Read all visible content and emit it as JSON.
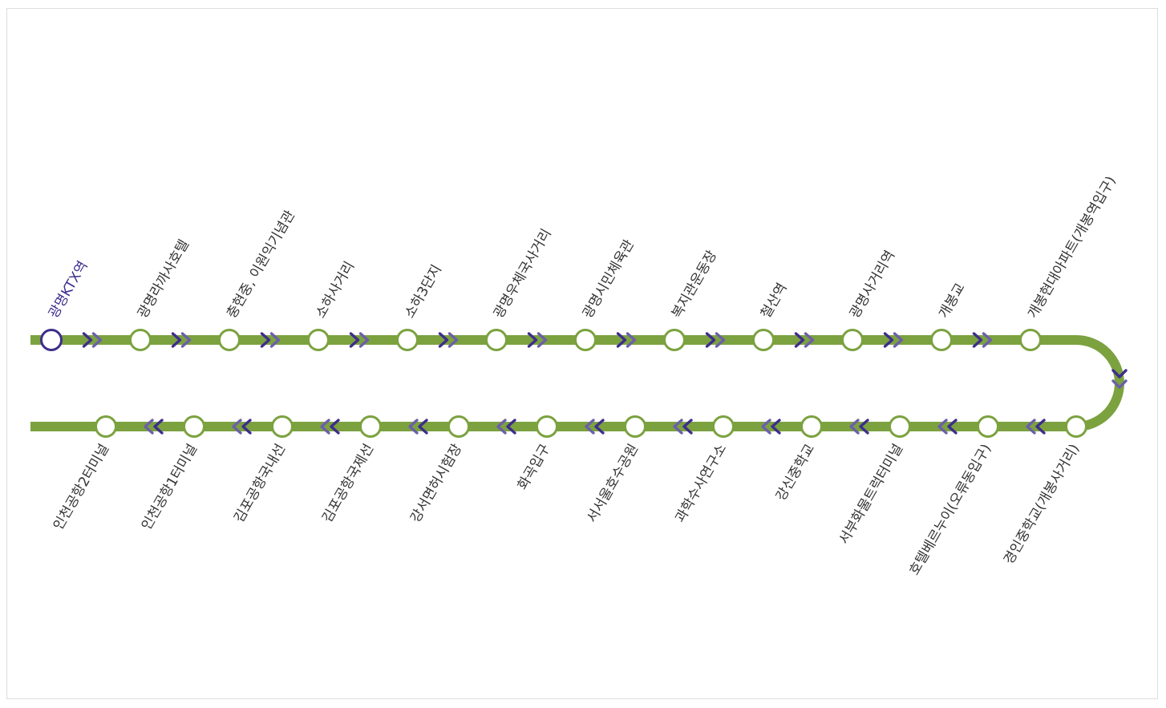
{
  "colors": {
    "line": "#7ba23f",
    "active": "#3f2d8c",
    "arrow_dark": "#3f2d8c",
    "arrow_light": "#6c5fa8",
    "label": "#333333"
  },
  "current_station": "광명KTX역",
  "stations_outbound": [
    "광명KTX역",
    "광명라까사호텔",
    "충현중, 이원익기념관",
    "소하사거리",
    "소하3단지",
    "광명우체국사거리",
    "광명시민체육관",
    "복지관운동장",
    "철산역",
    "광명사거리역",
    "개봉교",
    "개봉현대아파트(개봉역입구)"
  ],
  "stations_inbound": [
    "인천공항2터미널",
    "인천공항1터미널",
    "김포공항국내선",
    "김포공항국제선",
    "강서면허시험장",
    "화곡입구",
    "서서울호수공원",
    "과학수사연구소",
    "강신중학교",
    "서부화물트럭터미널",
    "호텔베르누이(오류동입구)",
    "경인중학교(개봉사거리)"
  ]
}
